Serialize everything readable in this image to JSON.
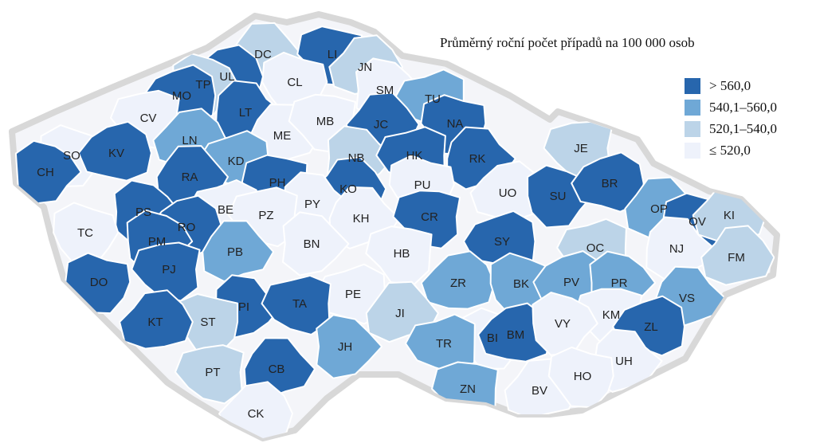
{
  "map": {
    "title": "Průměrný roční počet případů na 100 000 osob",
    "legend": [
      {
        "label": "> 560,0",
        "color": "#2766ad"
      },
      {
        "label": "540,1–560,0",
        "color": "#6fa8d6"
      },
      {
        "label": "520,1–540,0",
        "color": "#bcd4e8"
      },
      {
        "label": "≤ 520,0",
        "color": "#eef2fb"
      }
    ],
    "colors": {
      "c4": "#2766ad",
      "c3": "#6fa8d6",
      "c2": "#bcd4e8",
      "c1": "#eef2fb",
      "outline": "#d8d8d8"
    },
    "districts": [
      {
        "code": "DC",
        "class": "c2"
      },
      {
        "code": "LI",
        "class": "c4"
      },
      {
        "code": "JN",
        "class": "c2"
      },
      {
        "code": "CL",
        "class": "c1"
      },
      {
        "code": "UL",
        "class": "c4"
      },
      {
        "code": "TP",
        "class": "c2"
      },
      {
        "code": "MO",
        "class": "c4"
      },
      {
        "code": "SM",
        "class": "c1"
      },
      {
        "code": "TU",
        "class": "c3"
      },
      {
        "code": "LT",
        "class": "c4"
      },
      {
        "code": "CV",
        "class": "c1"
      },
      {
        "code": "ME",
        "class": "c1"
      },
      {
        "code": "MB",
        "class": "c1"
      },
      {
        "code": "JC",
        "class": "c4"
      },
      {
        "code": "NA",
        "class": "c4"
      },
      {
        "code": "LN",
        "class": "c3"
      },
      {
        "code": "SO",
        "class": "c1"
      },
      {
        "code": "KV",
        "class": "c4"
      },
      {
        "code": "CH",
        "class": "c4"
      },
      {
        "code": "KD",
        "class": "c3"
      },
      {
        "code": "NB",
        "class": "c2"
      },
      {
        "code": "HK",
        "class": "c4"
      },
      {
        "code": "RK",
        "class": "c4"
      },
      {
        "code": "JE",
        "class": "c2"
      },
      {
        "code": "RA",
        "class": "c4"
      },
      {
        "code": "PH",
        "class": "c4"
      },
      {
        "code": "KO",
        "class": "c4"
      },
      {
        "code": "PU",
        "class": "c1"
      },
      {
        "code": "UO",
        "class": "c1"
      },
      {
        "code": "SU",
        "class": "c4"
      },
      {
        "code": "BR",
        "class": "c4"
      },
      {
        "code": "PS",
        "class": "c4"
      },
      {
        "code": "BE",
        "class": "c1"
      },
      {
        "code": "PY",
        "class": "c1"
      },
      {
        "code": "PZ",
        "class": "c1"
      },
      {
        "code": "KH",
        "class": "c1"
      },
      {
        "code": "CR",
        "class": "c4"
      },
      {
        "code": "OP",
        "class": "c3"
      },
      {
        "code": "OV",
        "class": "c4"
      },
      {
        "code": "KI",
        "class": "c2"
      },
      {
        "code": "TC",
        "class": "c1"
      },
      {
        "code": "RO",
        "class": "c4"
      },
      {
        "code": "PM",
        "class": "c4"
      },
      {
        "code": "SY",
        "class": "c4"
      },
      {
        "code": "BN",
        "class": "c1"
      },
      {
        "code": "OC",
        "class": "c2"
      },
      {
        "code": "NJ",
        "class": "c1"
      },
      {
        "code": "PJ",
        "class": "c4"
      },
      {
        "code": "PB",
        "class": "c3"
      },
      {
        "code": "HB",
        "class": "c1"
      },
      {
        "code": "FM",
        "class": "c2"
      },
      {
        "code": "DO",
        "class": "c4"
      },
      {
        "code": "ZR",
        "class": "c3"
      },
      {
        "code": "BK",
        "class": "c3"
      },
      {
        "code": "PV",
        "class": "c3"
      },
      {
        "code": "PR",
        "class": "c3"
      },
      {
        "code": "PE",
        "class": "c1"
      },
      {
        "code": "PI",
        "class": "c4"
      },
      {
        "code": "TA",
        "class": "c4"
      },
      {
        "code": "VS",
        "class": "c3"
      },
      {
        "code": "KM",
        "class": "c1"
      },
      {
        "code": "JI",
        "class": "c2"
      },
      {
        "code": "ST",
        "class": "c2"
      },
      {
        "code": "KT",
        "class": "c4"
      },
      {
        "code": "BI",
        "class": "c1"
      },
      {
        "code": "BM",
        "class": "c4"
      },
      {
        "code": "VY",
        "class": "c1"
      },
      {
        "code": "ZL",
        "class": "c4"
      },
      {
        "code": "JH",
        "class": "c3"
      },
      {
        "code": "TR",
        "class": "c3"
      },
      {
        "code": "UH",
        "class": "c1"
      },
      {
        "code": "PT",
        "class": "c2"
      },
      {
        "code": "CB",
        "class": "c4"
      },
      {
        "code": "ZN",
        "class": "c3"
      },
      {
        "code": "BV",
        "class": "c1"
      },
      {
        "code": "HO",
        "class": "c1"
      },
      {
        "code": "CK",
        "class": "c1"
      }
    ]
  }
}
